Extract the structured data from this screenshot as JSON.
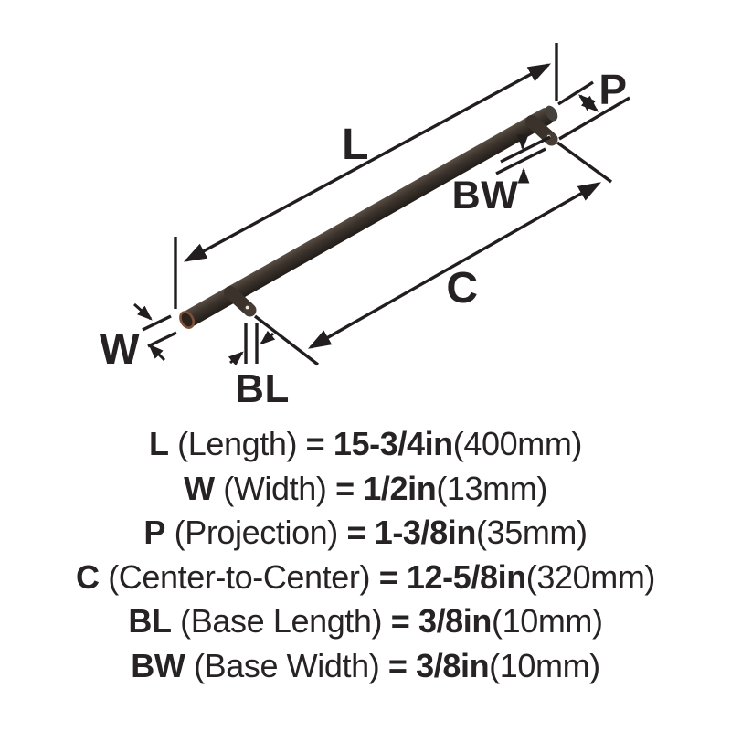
{
  "diagram": {
    "labels": {
      "L": "L",
      "W": "W",
      "P": "P",
      "C": "C",
      "BL": "BL",
      "BW": "BW"
    },
    "colors": {
      "line": "#221e1f",
      "bar_dark": "#201b18",
      "bar_mid": "#3a322b",
      "bar_highlight": "#5c5147",
      "cap_ring_bronze": "#7d5138",
      "background": "#ffffff"
    }
  },
  "legend": {
    "rows": [
      {
        "sym": "L",
        "name": " (Length) ",
        "value": "= 15-3/4in",
        "metric": "(400mm)"
      },
      {
        "sym": "W",
        "name": " (Width) ",
        "value": "= 1/2in",
        "metric": "(13mm)"
      },
      {
        "sym": "P",
        "name": " (Projection) ",
        "value": "= 1-3/8in",
        "metric": "(35mm)"
      },
      {
        "sym": "C",
        "name": " (Center-to-Center) ",
        "value": "= 12-5/8in",
        "metric": "(320mm)"
      },
      {
        "sym": "BL",
        "name": " (Base Length) ",
        "value": "= 3/8in",
        "metric": "(10mm)"
      },
      {
        "sym": "BW",
        "name": " (Base Width) ",
        "value": "= 3/8in",
        "metric": "(10mm)"
      }
    ]
  }
}
